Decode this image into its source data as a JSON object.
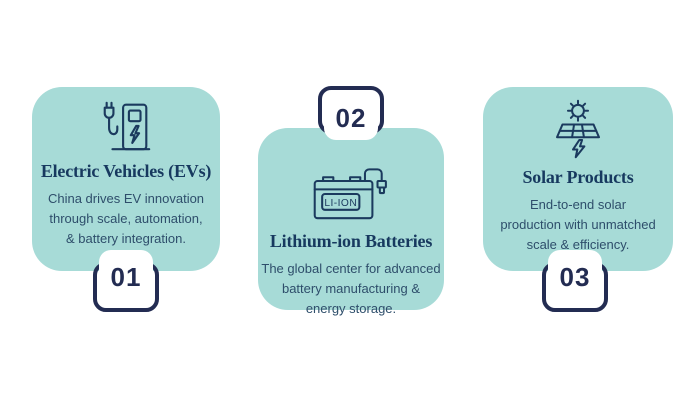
{
  "page": {
    "background": "#ffffff",
    "description": "Three-step infographic about China's clean-energy industries"
  },
  "colors": {
    "card_background": "#a7dbd7",
    "badge_navy": "#232c52",
    "badge_white": "#ffffff",
    "title_text": "#17395f",
    "body_text": "#2e4e6b",
    "icon_stroke": "#1b3a5e"
  },
  "cards": [
    {
      "number": "01",
      "badge_position": "bottom",
      "icon": "ev-charger-icon",
      "title": "Electric Vehicles (EVs)",
      "body": "China drives EV innovation\nthrough scale, automation,\n& battery integration."
    },
    {
      "number": "02",
      "badge_position": "top",
      "icon": "li-ion-battery-icon",
      "icon_label": "LI-ION",
      "title": "Lithium-ion Batteries",
      "body": "The global center for advanced\nbattery manufacturing &\nenergy storage."
    },
    {
      "number": "03",
      "badge_position": "bottom",
      "icon": "solar-panel-icon",
      "title": "Solar Products",
      "body": "End-to-end solar\nproduction with unmatched\nscale & efficiency."
    }
  ]
}
